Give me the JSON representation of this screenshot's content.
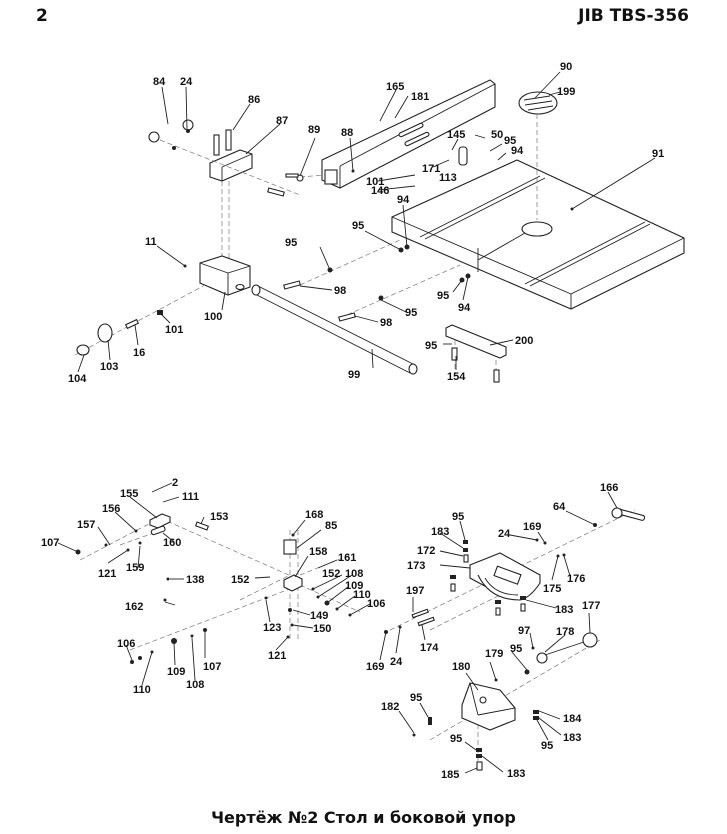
{
  "header": {
    "page_number": "2",
    "model": "JIB TBS-356"
  },
  "caption": "Чертёж №2 Стол и боковой упор",
  "upper_assembly": {
    "title": "table",
    "labels": [
      {
        "id": "84",
        "text": "84"
      },
      {
        "id": "24a",
        "text": "24"
      },
      {
        "id": "86",
        "text": "86"
      },
      {
        "id": "87",
        "text": "87"
      },
      {
        "id": "89",
        "text": "89"
      },
      {
        "id": "88",
        "text": "88"
      },
      {
        "id": "165",
        "text": "165"
      },
      {
        "id": "181",
        "text": "181"
      },
      {
        "id": "90",
        "text": "90"
      },
      {
        "id": "199",
        "text": "199"
      },
      {
        "id": "145",
        "text": "145"
      },
      {
        "id": "50",
        "text": "50"
      },
      {
        "id": "95a",
        "text": "95"
      },
      {
        "id": "94a",
        "text": "94"
      },
      {
        "id": "171",
        "text": "171"
      },
      {
        "id": "113",
        "text": "113"
      },
      {
        "id": "101a",
        "text": "101"
      },
      {
        "id": "146",
        "text": "146"
      },
      {
        "id": "91",
        "text": "91"
      },
      {
        "id": "94b",
        "text": "94"
      },
      {
        "id": "95b",
        "text": "95"
      },
      {
        "id": "11",
        "text": "11"
      },
      {
        "id": "95c",
        "text": "95"
      },
      {
        "id": "98a",
        "text": "98"
      },
      {
        "id": "100",
        "text": "100"
      },
      {
        "id": "101b",
        "text": "101"
      },
      {
        "id": "16",
        "text": "16"
      },
      {
        "id": "103",
        "text": "103"
      },
      {
        "id": "104",
        "text": "104"
      },
      {
        "id": "95d",
        "text": "95"
      },
      {
        "id": "94c",
        "text": "94"
      },
      {
        "id": "95e",
        "text": "95"
      },
      {
        "id": "98b",
        "text": "98"
      },
      {
        "id": "99",
        "text": "99"
      },
      {
        "id": "95f",
        "text": "95"
      },
      {
        "id": "200",
        "text": "200"
      },
      {
        "id": "154",
        "text": "154"
      }
    ]
  },
  "lower_assembly": {
    "title": "rip-fence",
    "labels": [
      {
        "id": "2",
        "text": "2"
      },
      {
        "id": "155",
        "text": "155"
      },
      {
        "id": "111",
        "text": "111"
      },
      {
        "id": "156",
        "text": "156"
      },
      {
        "id": "153",
        "text": "153"
      },
      {
        "id": "157",
        "text": "157"
      },
      {
        "id": "160",
        "text": "160"
      },
      {
        "id": "107a",
        "text": "107"
      },
      {
        "id": "121a",
        "text": "121"
      },
      {
        "id": "159",
        "text": "159"
      },
      {
        "id": "138",
        "text": "138"
      },
      {
        "id": "152a",
        "text": "152"
      },
      {
        "id": "162",
        "text": "162"
      },
      {
        "id": "168",
        "text": "168"
      },
      {
        "id": "85",
        "text": "85"
      },
      {
        "id": "158",
        "text": "158"
      },
      {
        "id": "161",
        "text": "161"
      },
      {
        "id": "152b",
        "text": "152"
      },
      {
        "id": "108a",
        "text": "108"
      },
      {
        "id": "109a",
        "text": "109"
      },
      {
        "id": "110a",
        "text": "110"
      },
      {
        "id": "106a",
        "text": "106"
      },
      {
        "id": "123",
        "text": "123"
      },
      {
        "id": "149",
        "text": "149"
      },
      {
        "id": "150",
        "text": "150"
      },
      {
        "id": "121b",
        "text": "121"
      },
      {
        "id": "106b",
        "text": "106"
      },
      {
        "id": "110b",
        "text": "110"
      },
      {
        "id": "109b",
        "text": "109"
      },
      {
        "id": "108b",
        "text": "108"
      },
      {
        "id": "107b",
        "text": "107"
      },
      {
        "id": "166",
        "text": "166"
      },
      {
        "id": "64",
        "text": "64"
      },
      {
        "id": "95g",
        "text": "95"
      },
      {
        "id": "183a",
        "text": "183"
      },
      {
        "id": "24b",
        "text": "24"
      },
      {
        "id": "169a",
        "text": "169"
      },
      {
        "id": "172",
        "text": "172"
      },
      {
        "id": "173",
        "text": "173"
      },
      {
        "id": "175",
        "text": "175"
      },
      {
        "id": "176",
        "text": "176"
      },
      {
        "id": "197",
        "text": "197"
      },
      {
        "id": "183b",
        "text": "183"
      },
      {
        "id": "177",
        "text": "177"
      },
      {
        "id": "97",
        "text": "97"
      },
      {
        "id": "178",
        "text": "178"
      },
      {
        "id": "169b",
        "text": "169"
      },
      {
        "id": "24c",
        "text": "24"
      },
      {
        "id": "174",
        "text": "174"
      },
      {
        "id": "95h",
        "text": "95"
      },
      {
        "id": "179",
        "text": "179"
      },
      {
        "id": "180",
        "text": "180"
      },
      {
        "id": "182",
        "text": "182"
      },
      {
        "id": "95i",
        "text": "95"
      },
      {
        "id": "184",
        "text": "184"
      },
      {
        "id": "183c",
        "text": "183"
      },
      {
        "id": "95j",
        "text": "95"
      },
      {
        "id": "95k",
        "text": "95"
      },
      {
        "id": "185",
        "text": "185"
      },
      {
        "id": "183d",
        "text": "183"
      }
    ]
  }
}
